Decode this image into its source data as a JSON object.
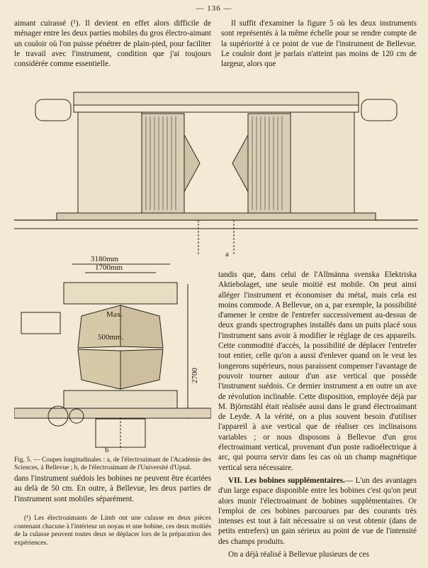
{
  "page_number": "— 136 —",
  "top_left_paragraph": "aimant cuirassé (¹). Il devient en effet alors difficile de ménager entre les deux parties mobiles du gros électro-aimant un couloir où l'on puisse pénétrer de plain-pied, pour faciliter le travail avec l'instrument, condition que j'ai toujours considérée comme essentielle.",
  "top_right_paragraph": "Il suffit d'examiner la figure 5 où les deux instruments sont représentés à la même échelle pour se rendre compte de la supériorité à ce point de vue de l'instrument de Bellevue. Le couloir dont je parlais n'atteint pas moins de 120 cm de largeur, alors que",
  "figure": {
    "label_a": "a",
    "label_b": "b",
    "dim_3180": "3180mm",
    "dim_1700": "1700mm",
    "dim_max": "Max.",
    "dim_500": "500mm.",
    "dim_2700": "2700"
  },
  "caption": "Fig. 5. — Coupes longitudinales : a, de l'électroaimant de l'Académie des Sciences, à Bellevue ; b, de l'électroaimant de l'Université d'Upsal.",
  "right_column": {
    "p1": "tandis que, dans celui de l'Allmänna svenska Elektriska Aktiebolaget, une seule moitié est mobile. On peut ainsi alléger l'instrument et économiser du métal, mais cela est moins commode. A Bellevue, on a, par exemple, la possibilité d'amener le centre de l'entrefer successivement au-dessus de deux grands spectrographes installés dans un puits placé sous l'instrument sans avoir à modifier le réglage de ces appareils. Cette commodité d'accès, la possibilité de déplacer l'entrefer tout entier, celle qu'on a aussi d'enlever quand on le veut les longerons supérieurs, nous paraissent compenser l'avantage de pouvoir tourner autour d'un axe vertical que possède l'instrument suédois. Ce dernier instrument a en outre un axe de révolution inclinable. Cette disposition, employée déjà par M. Björnstähl était réalisée aussi dans le grand électroaimant de Leyde. A la vérité, on a plus souvent besoin d'utiliser l'appareil à axe vertical que de réaliser ces inclinaisons variables ; or nous disposons à Bellevue d'un gros électroaimant vertical, provenant d'un poste radioélectrique à arc, qui pourra servir dans les cas où un champ magnétique vertical sera nécessaire.",
    "section_heading": "VII. Les bobines supplémentaires.",
    "p2": "— L'un des avantages d'un large espace disponible entre les bobines c'est qu'on peut alors munir l'électroaimant de bobines supplémentaires. Or l'emploi de ces bobines parcourues par des courants très intenses est tout à fait nécessaire si on veut obtenir (dans de petits entrefers) un gain sérieux au point de vue de l'intensité des champs produits.",
    "p3": "On a déjà réalisé à Bellevue plusieurs de ces"
  },
  "left_bottom_paragraph": "dans l'instrument suédois les bobines ne peuvent être écartées au delà de 50 cm. En outre, à Bellevue, les deux parties de l'instrument sont mobiles séparément.",
  "footnote": "(¹) Les électroaimants de Limb ont une culasse en deux pièces contenant chacune à l'intérieur un noyau et une bobine, ces deux moitiés de la culasse peuvent toutes deux se déplacer lors de la préparation des expériences."
}
